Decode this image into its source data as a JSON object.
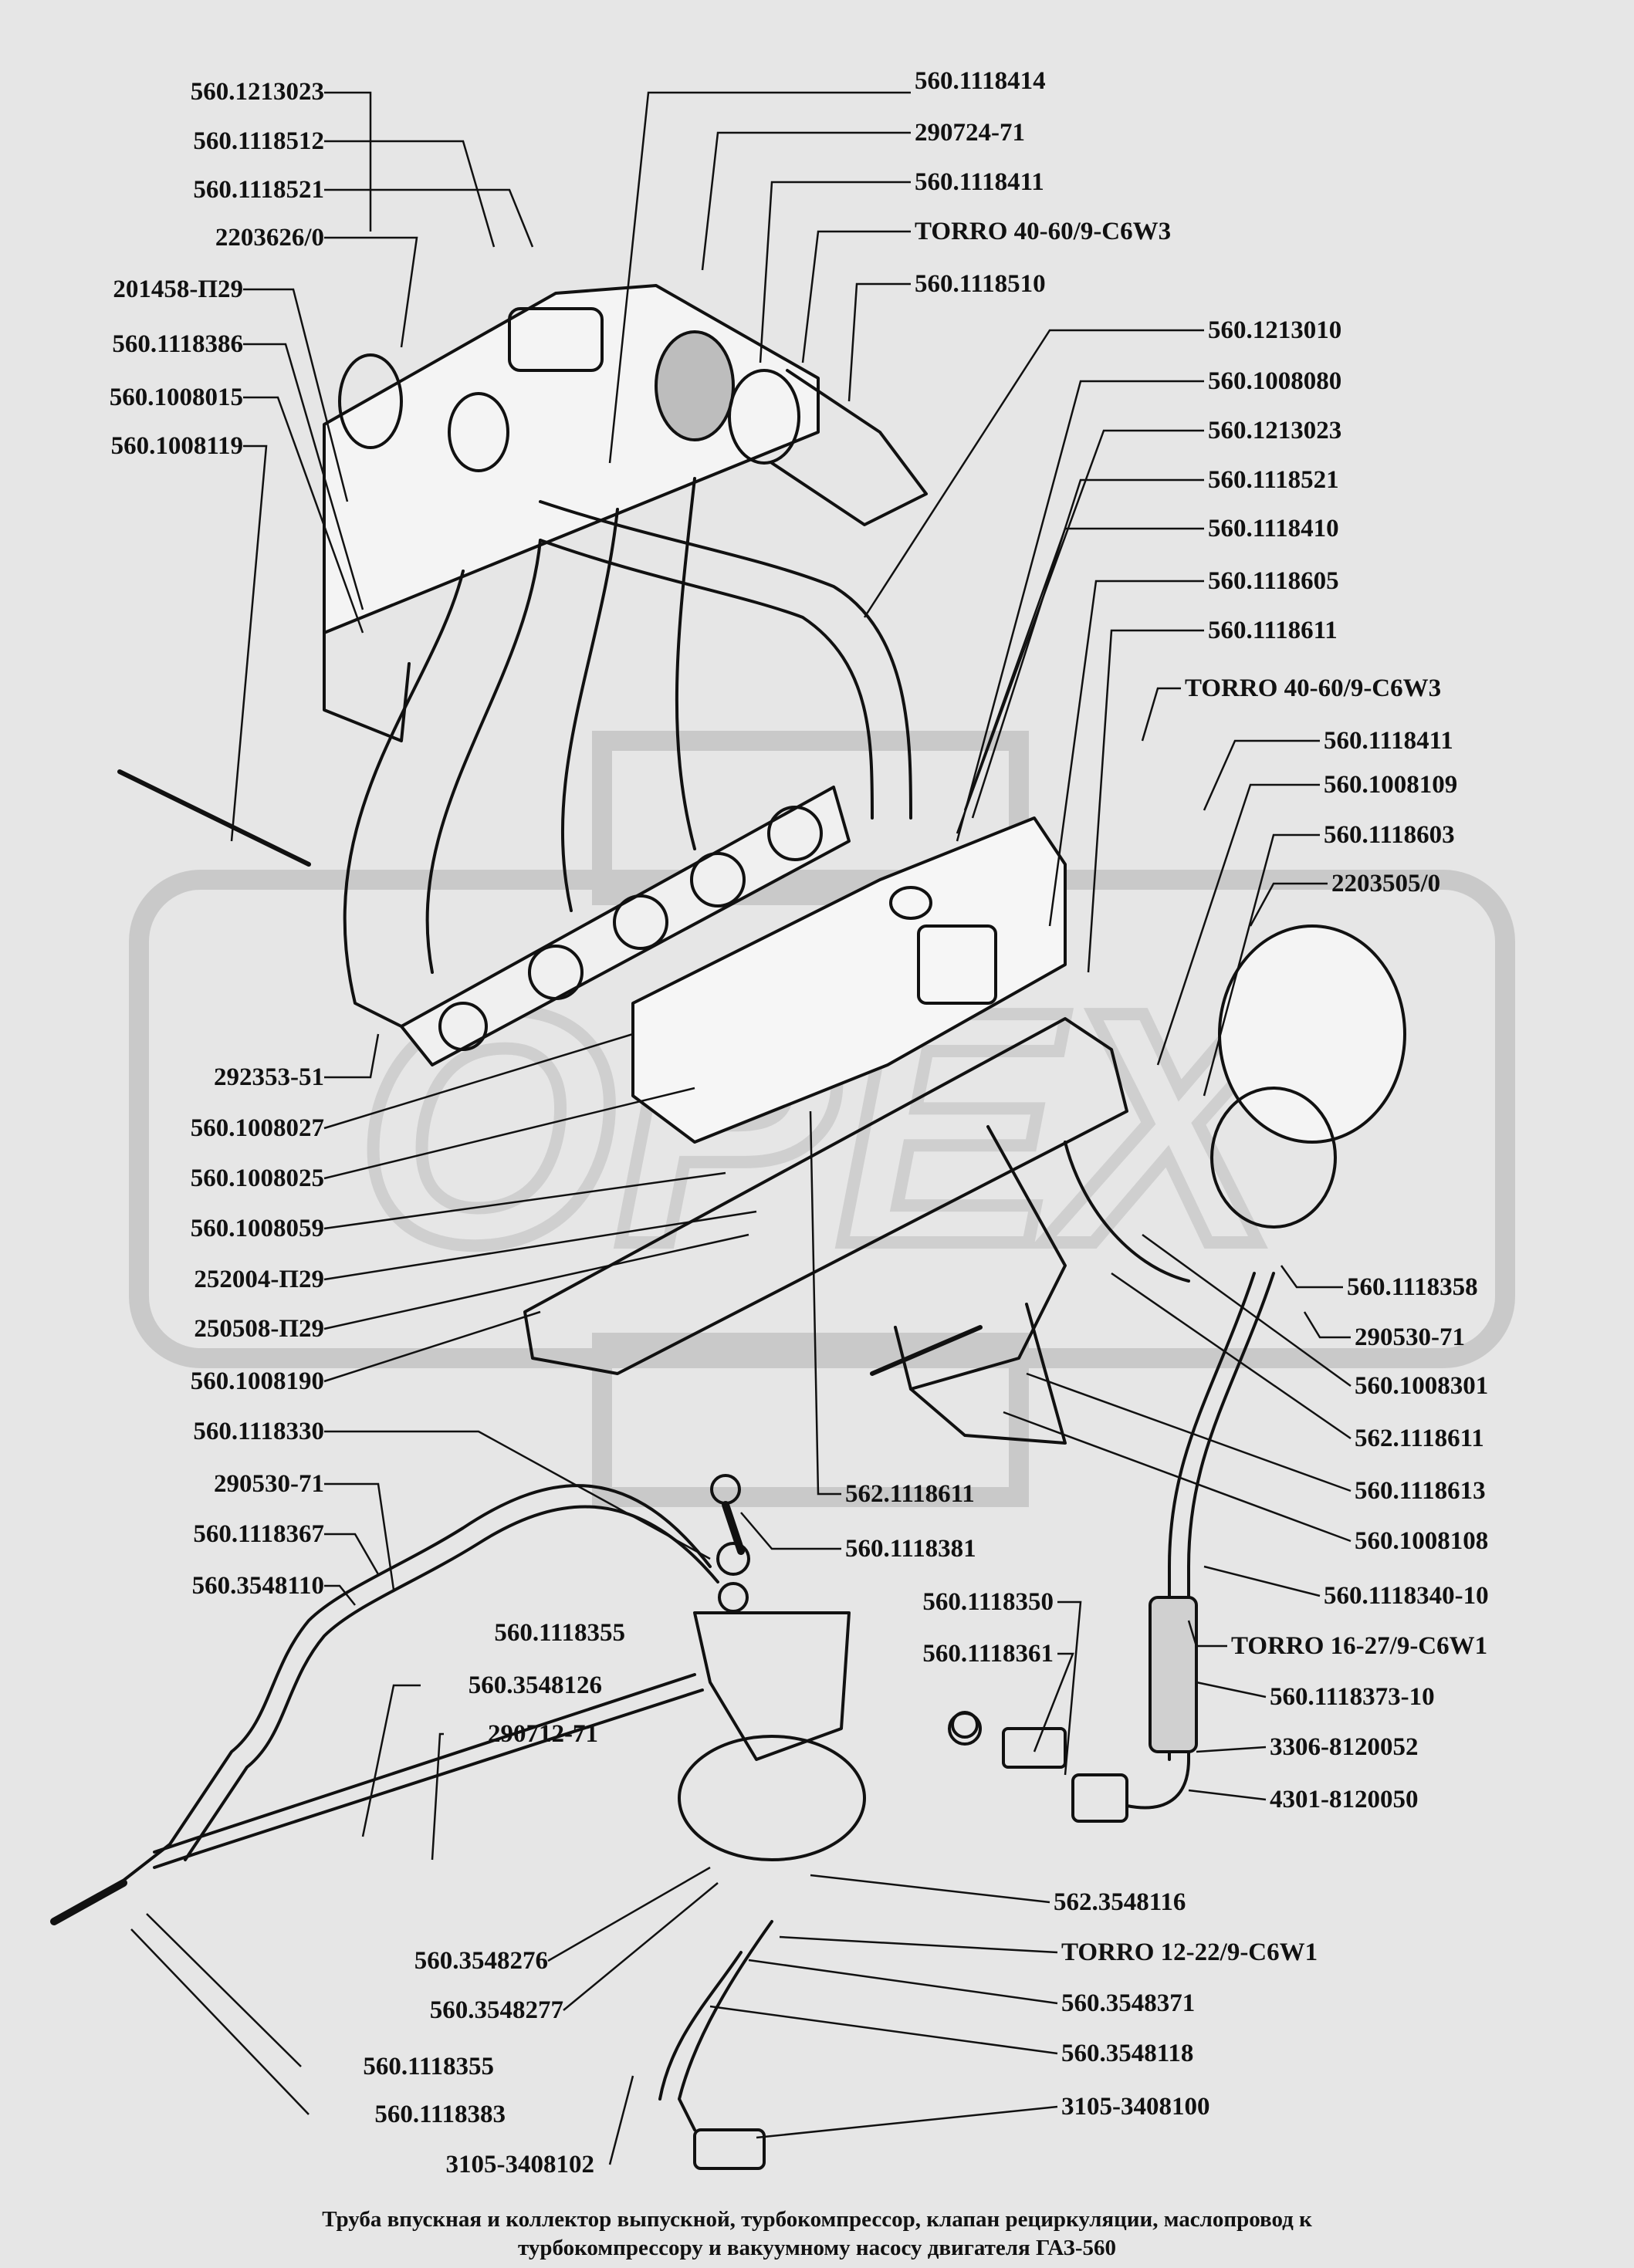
{
  "watermark": "OPEX",
  "caption": {
    "line1": "Труба впускная и коллектор выпускной, турбокомпрессор, клапан рециркуляции, маслопровод к",
    "line2": "турбокомпрессору и вакуумному насосу двигателя   ГАЗ-560"
  },
  "labels": {
    "l_1213023": "560.1213023",
    "l_1118512": "560.1118512",
    "l_1118521": "560.1118521",
    "l_2203626": "2203626/0",
    "l_201458": "201458-П29",
    "l_1118386": "560.1118386",
    "l_1008015": "560.1008015",
    "l_1008119": "560.1008119",
    "l_292353": "292353-51",
    "l_1008027": "560.1008027",
    "l_1008025": "560.1008025",
    "l_1008059": "560.1008059",
    "l_252004": "252004-П29",
    "l_250508": "250508-П29",
    "l_1008190": "560.1008190",
    "l_1118330": "560.1118330",
    "l_290530a": "290530-71",
    "l_1118367": "560.1118367",
    "l_3548110": "560.3548110",
    "l_1118355a": "560.1118355",
    "l_3548126": "560.3548126",
    "l_290712": "290712-71",
    "l_3548276": "560.3548276",
    "l_3548277": "560.3548277",
    "l_1118355b": "560.1118355",
    "l_1118383": "560.1118383",
    "l_3408102": "3105-3408102",
    "r_1118414": "560.1118414",
    "r_290724": "290724-71",
    "r_1118411a": "560.1118411",
    "r_torro1": "TORRO 40-60/9-C6W3",
    "r_1118510": "560.1118510",
    "r_1213010": "560.1213010",
    "r_1008080": "560.1008080",
    "r_1213023": "560.1213023",
    "r_1118521": "560.1118521",
    "r_1118410": "560.1118410",
    "r_1118605": "560.1118605",
    "r_1118611": "560.1118611",
    "r_torro2": "TORRO 40-60/9-C6W3",
    "r_1118411b": "560.1118411",
    "r_1008109": "560.1008109",
    "r_1118603": "560.1118603",
    "r_2203505": "2203505/0",
    "r_1118358": "560.1118358",
    "r_290530b": "290530-71",
    "r_1008301": "560.1008301",
    "r_562_1118611a": "562.1118611",
    "r_1118613": "560.1118613",
    "r_1008108": "560.1008108",
    "r_1118340": "560.1118340-10",
    "r_torro3": "TORRO 16-27/9-C6W1",
    "r_1118373": "560.1118373-10",
    "r_3306": "3306-8120052",
    "r_4301": "4301-8120050",
    "c_562_1118611b": "562.1118611",
    "c_1118381": "560.1118381",
    "c_1118350": "560.1118350",
    "c_1118361": "560.1118361",
    "r_3548116": "562.3548116",
    "r_torro4": "TORRO 12-22/9-C6W1",
    "r_3548371": "560.3548371",
    "r_3548118": "560.3548118",
    "r_3408100": "3105-3408100"
  }
}
